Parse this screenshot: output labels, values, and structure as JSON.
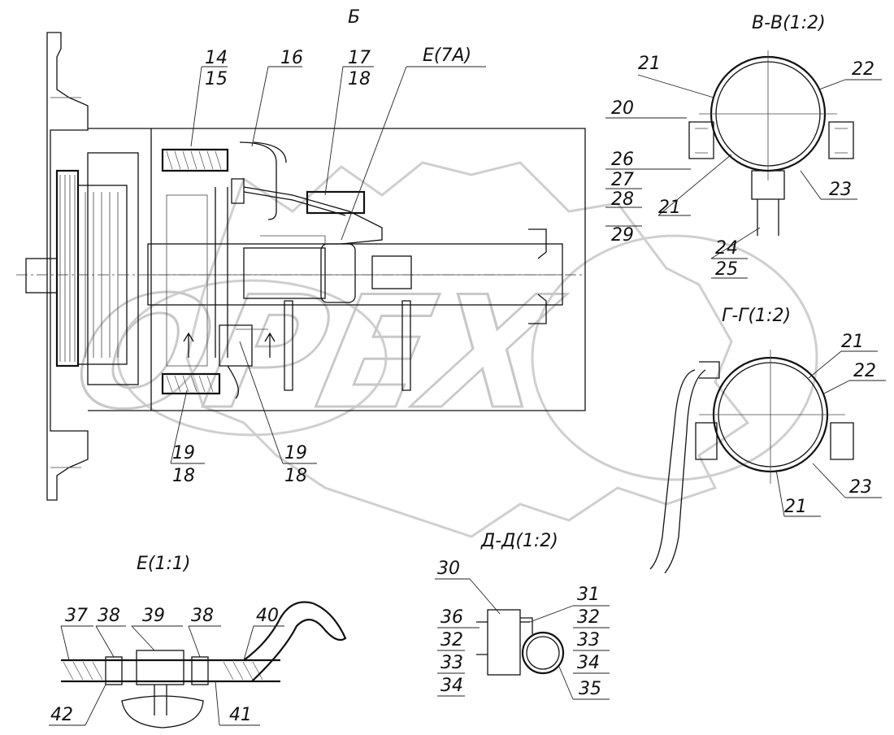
{
  "watermark": {
    "text": "OPEX"
  },
  "view_titles": {
    "main": "Б",
    "section_vv": "В-В(1:2)",
    "section_gg": "Г-Г(1:2)",
    "section_dd": "Д-Д(1:2)",
    "detail_e": "Е(1:1)",
    "ref_e": "Е(7А)"
  },
  "callouts": {
    "c14": "14",
    "c15": "15",
    "c16": "16",
    "c17": "17",
    "c18a": "18",
    "c19a": "19",
    "c18b": "18",
    "c19b": "19",
    "c18c": "18",
    "c20": "20",
    "c21a": "21",
    "c22a": "22",
    "c26": "26",
    "c27": "27",
    "c28": "28",
    "c29": "29",
    "c21b": "21",
    "c23a": "23",
    "c24": "24",
    "c25": "25",
    "c21c": "21",
    "c22b": "22",
    "c23b": "23",
    "c21d": "21",
    "c30": "30",
    "c31": "31",
    "c32a": "32",
    "c33a": "33",
    "c34a": "34",
    "c36": "36",
    "c32b": "32",
    "c33b": "33",
    "c34b": "34",
    "c35": "35",
    "c37": "37",
    "c38a": "38",
    "c39": "39",
    "c38b": "38",
    "c40": "40",
    "c41": "41",
    "c42": "42"
  }
}
